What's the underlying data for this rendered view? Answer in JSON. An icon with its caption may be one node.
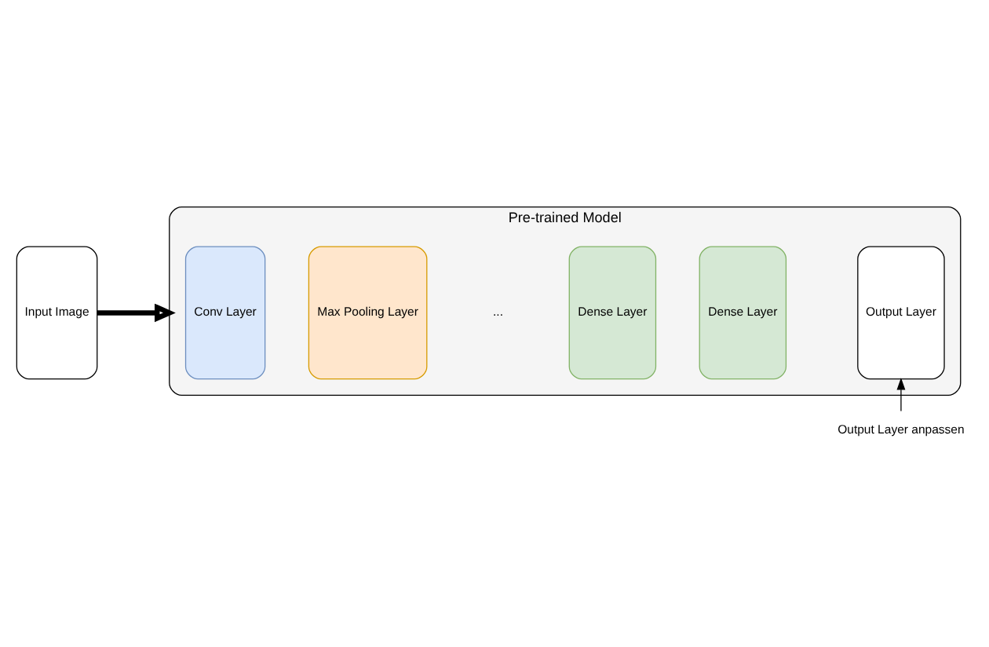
{
  "diagram": {
    "nodes": [
      {
        "text": [
          "Pre-trained Model"
        ]
      },
      {
        "text": [
          "Input Image"
        ]
      },
      {
        "text": [
          "Conv Layer"
        ],
        "in": 0
      },
      {
        "text": [
          "Max Pooling Layer"
        ],
        "in": 0
      },
      {
        "text": [
          "Dense Layer"
        ],
        "in": 0
      },
      {
        "text": [
          "Dense Layer"
        ],
        "in": 0
      },
      {
        "text": [
          "Output Layer"
        ],
        "in": 0
      },
      {
        "text": [
          "Output Layer anpassen"
        ]
      }
    ],
    "edges": [
      {
        "from": 1,
        "to": 0,
        "arrow": "to",
        "style": "thick"
      },
      {
        "from": 7,
        "to": 6,
        "arrow": "to"
      }
    ],
    "labels": [
      "..."
    ]
  }
}
